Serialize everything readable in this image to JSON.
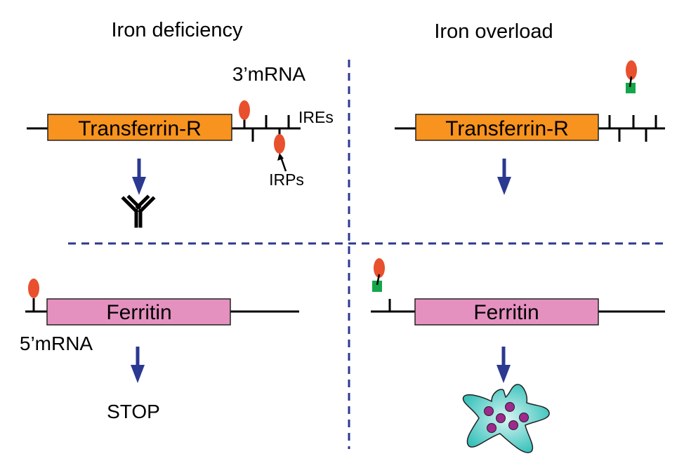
{
  "panels": {
    "left_title": "Iron deficiency",
    "right_title": "Iron overload"
  },
  "labels": {
    "mrna_3": "3’mRNA",
    "mrna_5": "5’mRNA",
    "ires": "IREs",
    "irps": "IRPs",
    "stop": "STOP"
  },
  "genes": {
    "transferrin": "Transferrin-R",
    "ferritin": "Ferritin"
  },
  "colors": {
    "transferrin_box": "#f7931e",
    "ferritin_box": "#e491c0",
    "irp": "#e8502e",
    "iron_bound_block": "#13a64a",
    "arrows_and_dividers": "#2b3990",
    "ferritin_protein": "#5ad1cb",
    "iron_dots": "#a0288f"
  },
  "icons": {
    "receptor": "y-shaped-receptor-icon",
    "ferritin_protein": "ferritin-protein-icon"
  }
}
